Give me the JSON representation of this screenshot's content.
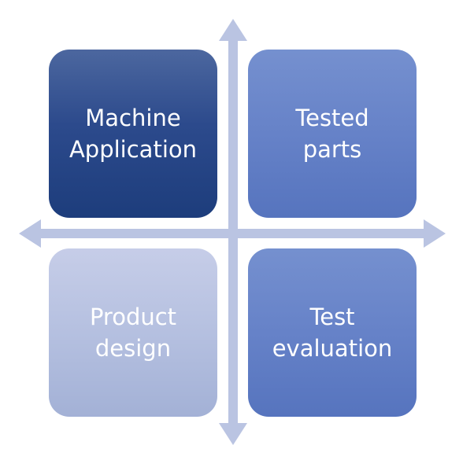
{
  "diagram": {
    "arrow_color": "#bac4e2",
    "quadrants": [
      {
        "id": "top-left",
        "label": "Machine\nApplication",
        "color": "#2c4a8c"
      },
      {
        "id": "top-right",
        "label": "Tested\nparts",
        "color": "#6682c8"
      },
      {
        "id": "bottom-left",
        "label": "Product\ndesign",
        "color": "#b5c0e0"
      },
      {
        "id": "bottom-right",
        "label": "Test\nevaluation",
        "color": "#6682c8"
      }
    ]
  }
}
